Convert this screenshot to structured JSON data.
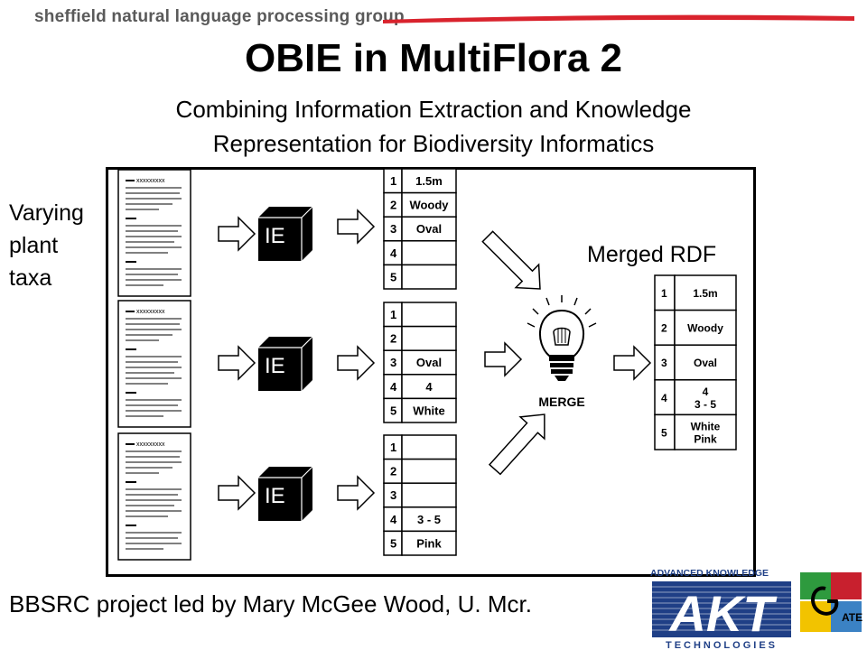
{
  "header": {
    "group_name": "sheffield natural language processing group"
  },
  "title": "OBIE in MultiFlora 2",
  "subtitle": {
    "line1": "Combining Information Extraction and Knowledge",
    "line2": "Representation for Biodiversity Informatics"
  },
  "side_label": {
    "line1": "Varying",
    "line2": "plant",
    "line3": "taxa"
  },
  "merged_label": "Merged RDF",
  "ie_label": "IE",
  "merge_label": "MERGE",
  "doc_marks": "xxxxxxxxx",
  "tables": [
    {
      "rows": [
        {
          "n": "1",
          "v": "1.5m"
        },
        {
          "n": "2",
          "v": "Woody"
        },
        {
          "n": "3",
          "v": "Oval"
        },
        {
          "n": "4",
          "v": ""
        },
        {
          "n": "5",
          "v": ""
        }
      ]
    },
    {
      "rows": [
        {
          "n": "1",
          "v": ""
        },
        {
          "n": "2",
          "v": ""
        },
        {
          "n": "3",
          "v": "Oval"
        },
        {
          "n": "4",
          "v": "4"
        },
        {
          "n": "5",
          "v": "White"
        }
      ]
    },
    {
      "rows": [
        {
          "n": "1",
          "v": ""
        },
        {
          "n": "2",
          "v": ""
        },
        {
          "n": "3",
          "v": ""
        },
        {
          "n": "4",
          "v": "3 - 5"
        },
        {
          "n": "5",
          "v": "Pink"
        }
      ]
    }
  ],
  "merged_table": {
    "rows": [
      {
        "n": "1",
        "v1": "1.5m",
        "v2": ""
      },
      {
        "n": "2",
        "v1": "Woody",
        "v2": ""
      },
      {
        "n": "3",
        "v1": "Oval",
        "v2": ""
      },
      {
        "n": "4",
        "v1": "4",
        "v2": "3 - 5"
      },
      {
        "n": "5",
        "v1": "White",
        "v2": "Pink"
      }
    ]
  },
  "footer": "BBSRC project led by Mary McGee Wood, U. Mcr.",
  "logos": {
    "akt_top": "ADVANCED KNOWLEDGE",
    "akt_main": "AKT",
    "akt_bottom": "TECHNOLOGIES",
    "gate_text": "ATE"
  },
  "colors": {
    "header_gray": "#5a5a5a",
    "header_bar": "#d9232d",
    "akt_blue": "#1f3f86",
    "gate_green": "#2e9a3e",
    "gate_red": "#c8202e",
    "gate_yellow": "#f2c300",
    "gate_blue": "#3b82c4"
  }
}
